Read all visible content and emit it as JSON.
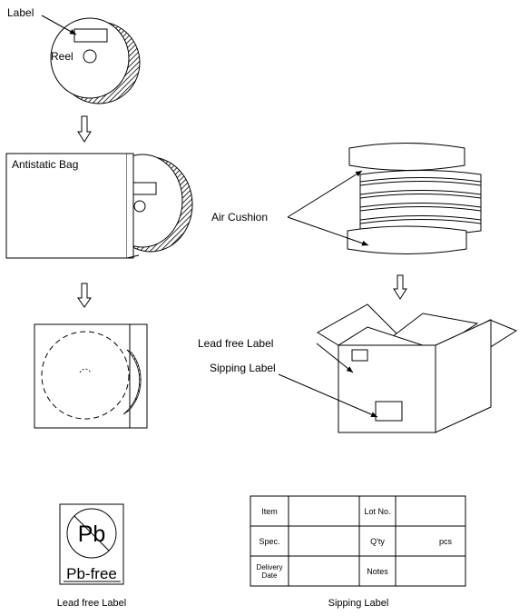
{
  "labels": {
    "label": "Label",
    "reel": "Reel",
    "antistatic_bag": "Antistatic Bag",
    "air_cushion": "Air Cushion",
    "lead_free_label": "Lead free Label",
    "sipping_label": "Sipping Label"
  },
  "pb_label": {
    "symbol": "Pb",
    "text": "Pb-free",
    "caption": "Lead free Label"
  },
  "shipping_table": {
    "caption": "Sipping Label",
    "rows": [
      {
        "label": "Item",
        "label2": "Lot No.",
        "value2": ""
      },
      {
        "label": "Spec.",
        "label2": "Q'ty",
        "value2": "pcs"
      },
      {
        "label_line1": "Delivery",
        "label_line2": "Date",
        "label2": "Notes",
        "value2": ""
      }
    ]
  }
}
